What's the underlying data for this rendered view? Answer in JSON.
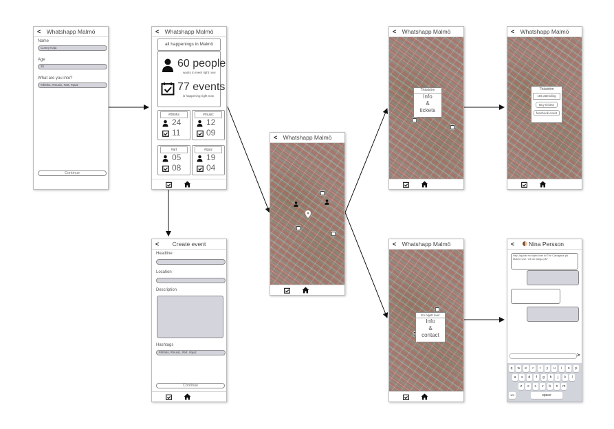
{
  "app_title": "Whatshapp Malmö",
  "back_glyph": "<",
  "icons": {
    "calendar": "calendar-icon",
    "home": "home-icon",
    "person": "person-icon",
    "pin": "map-pin-icon"
  },
  "signup": {
    "name_label": "Name",
    "name_value": "Conny Kaja",
    "age_label": "Age",
    "age_value": "25",
    "interests_label": "What are you into?",
    "interests_value": "#drinks, #music, #art, #quiz",
    "continue": "Continue"
  },
  "dashboard": {
    "header": "all happenings in Malmö",
    "people_count": "60 people",
    "people_caption": "wants to meet right now",
    "events_count": "77 events",
    "events_caption": "is happening right now",
    "tags": [
      {
        "tag": "#drinks",
        "people": "24",
        "events": "11"
      },
      {
        "tag": "#music",
        "people": "12",
        "events": "09"
      },
      {
        "tag": "#art",
        "people": "05",
        "events": "08"
      },
      {
        "tag": "#quiz",
        "people": "19",
        "events": "04"
      }
    ]
  },
  "create_event": {
    "title": "Create event",
    "headline_label": "Headline",
    "location_label": "Location",
    "description_label": "Description",
    "hashtags_label": "Hashtags",
    "hashtags_value": "#drinks, #music, #art, #quiz",
    "continue": "Continue"
  },
  "map_event_popup": {
    "venue": "Tháström",
    "line1": "Info",
    "line2": "&",
    "line3": "tickets"
  },
  "event_detail_popup": {
    "venue": "Tháström",
    "attending": "155 attending",
    "buy": "Buy tickets",
    "facebook": "facebook event"
  },
  "person_popup": {
    "subtitle": "En biljett över",
    "line1": "Info",
    "line2": "&",
    "line3": "contact"
  },
  "chat": {
    "contact": "Nina Persson",
    "message": "Hej! Jag har en biljett över till The Cardigans på Malmö Live. Vill du hänga på?"
  },
  "keyboard": {
    "row1": [
      "q",
      "w",
      "e",
      "r",
      "t",
      "y",
      "u",
      "i",
      "o",
      "p"
    ],
    "row2": [
      "a",
      "s",
      "d",
      "f",
      "g",
      "h",
      "j",
      "k",
      "l"
    ],
    "row3": [
      "z",
      "x",
      "c",
      "v",
      "b",
      "n",
      "m"
    ],
    "num_key": "123",
    "space": "space"
  }
}
